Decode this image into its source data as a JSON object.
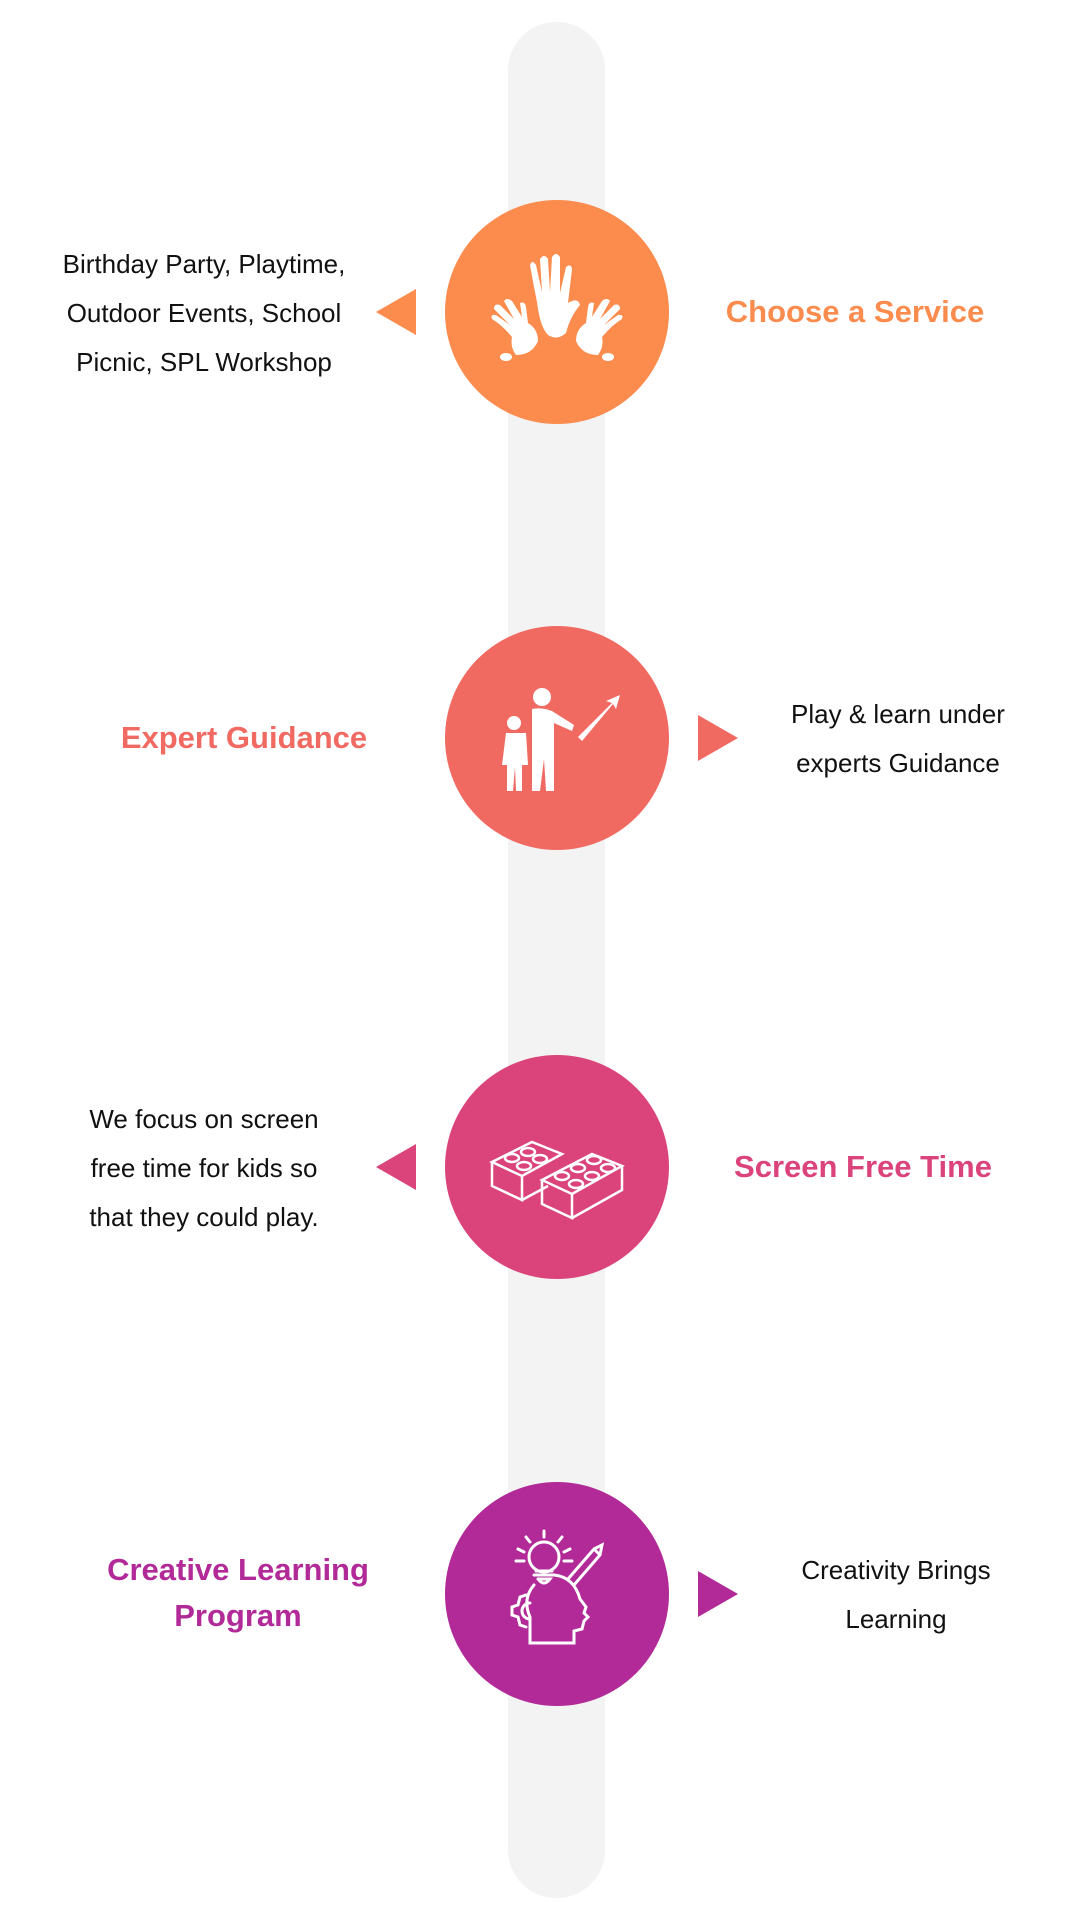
{
  "colors": {
    "orange": "#FB8C4E",
    "coral": "#F06A62",
    "pink": "#DB447A",
    "purple": "#B12A98",
    "track": "#F3F3F3"
  },
  "steps": [
    {
      "title": "Choose a Service",
      "description_lines": [
        "Birthday Party, Playtime,",
        "Outdoor Events, School",
        "Picnic, SPL Workshop"
      ],
      "icon": "handprints-icon"
    },
    {
      "title": "Expert Guidance",
      "description_lines": [
        "Play & learn under",
        "experts Guidance"
      ],
      "icon": "adult-child-growth-icon"
    },
    {
      "title": "Screen Free Time",
      "description_lines": [
        "We focus on screen",
        "free time for kids so",
        "that they could play."
      ],
      "icon": "lego-bricks-icon"
    },
    {
      "title_lines": [
        "Creative Learning",
        "Program"
      ],
      "description_lines": [
        "Creativity Brings",
        "Learning"
      ],
      "icon": "creative-head-icon"
    }
  ]
}
